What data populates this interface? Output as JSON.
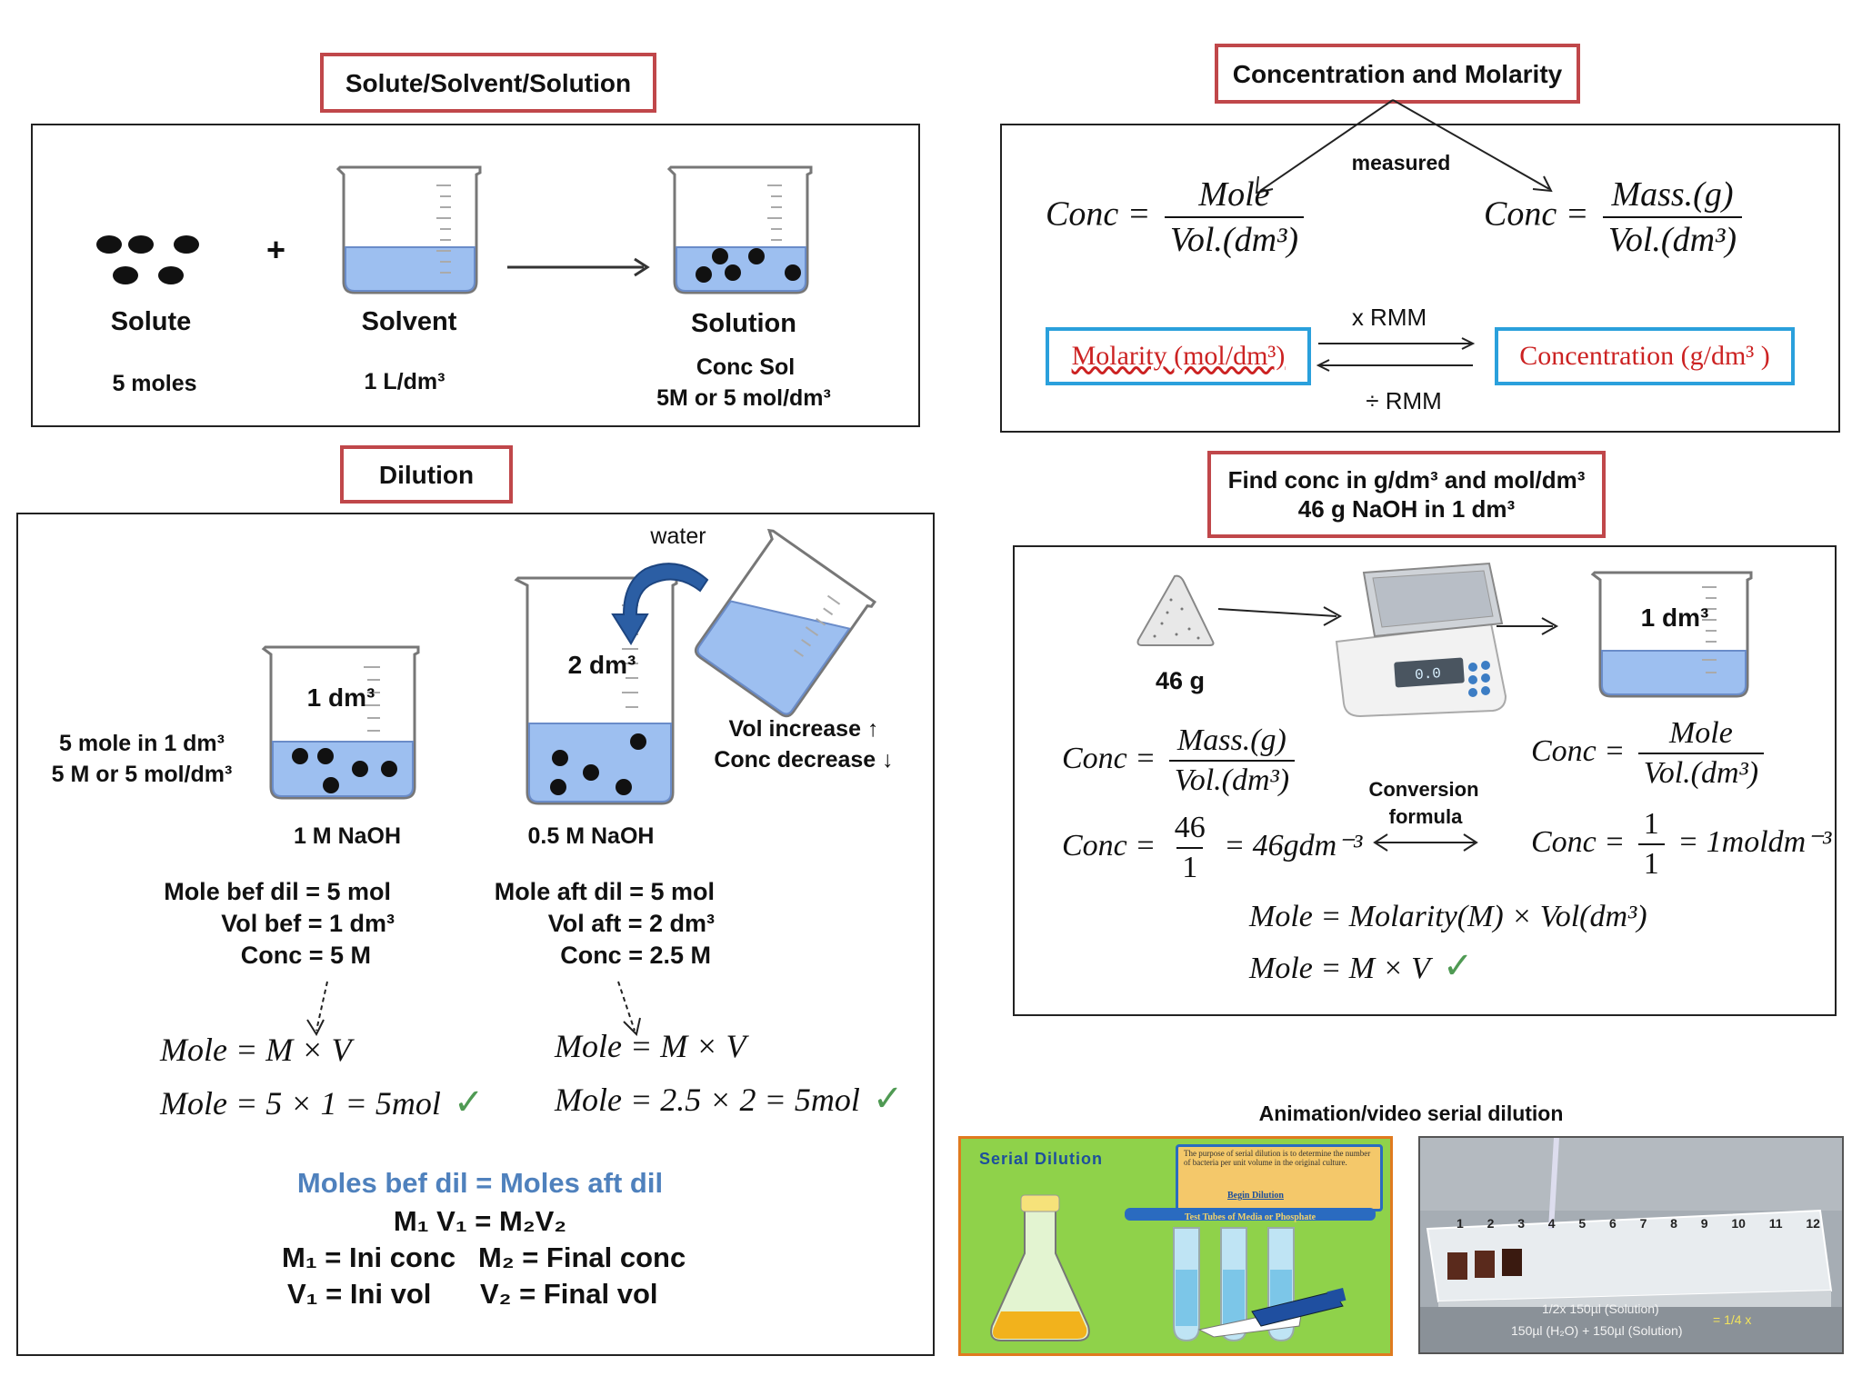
{
  "solute_section": {
    "title": "Solute/Solvent/Solution",
    "solute_label": "Solute",
    "solute_amount": "5 moles",
    "plus": "+",
    "solvent_label": "Solvent",
    "solvent_amount": "1 L/dm³",
    "solution_label": "Solution",
    "solution_conc_line1": "Conc Sol",
    "solution_conc_line2": "5M or 5 mol/dm³"
  },
  "concentration_section": {
    "title": "Concentration and Molarity",
    "measured": "measured",
    "left_formula": {
      "lhs": "Conc =",
      "num": "Mole",
      "den": "Vol.(dm³)"
    },
    "right_formula": {
      "lhs": "Conc =",
      "num": "Mass.(g)",
      "den": "Vol.(dm³)"
    },
    "molarity_box": "Molarity (mol/dm³)",
    "concentration_box": "Concentration (g/dm³ )",
    "times_rmm": "x  RMM",
    "divide_rmm": "÷ RMM"
  },
  "dilution_section": {
    "title": "Dilution",
    "water": "water",
    "beaker1_vol": "1 dm³",
    "beaker2_vol": "2 dm³",
    "left_note_line1": "5 mole in 1 dm³",
    "left_note_line2": "5 M or 5 mol/dm³",
    "right_note_line1": "Vol increase ↑",
    "right_note_line2": "Conc decrease ↓",
    "beaker1_name": "1 M NaOH",
    "beaker2_name": "0.5 M NaOH",
    "before": [
      "Mole bef dil = 5  mol",
      "Vol bef = 1 dm³",
      "Conc = 5 M"
    ],
    "after": [
      "Mole aft dil = 5  mol",
      "Vol aft = 2 dm³",
      "Conc  = 2.5 M"
    ],
    "calc_left": [
      "Mole = M × V",
      "Mole = 5 × 1 = 5mol"
    ],
    "calc_right": [
      "Mole = M × V",
      "Mole = 2.5 × 2 = 5mol"
    ],
    "summary_title": "Moles bef dil = Moles aft dil",
    "formula": "M₁ V₁ = M₂V₂",
    "def_m1": "M₁ = Ini conc",
    "def_m2": "M₂ = Final conc",
    "def_v1": "V₁ = Ini vol",
    "def_v2": "V₂ = Final vol"
  },
  "find_conc_section": {
    "title_line1": "Find conc in g/dm³ and mol/dm³",
    "title_line2": "46 g NaOH in 1 dm³",
    "mass_label": "46 g",
    "beaker_vol": "1 dm³",
    "scale_display": "0.0",
    "left_formula": {
      "lhs": "Conc =",
      "num": "Mass.(g)",
      "den": "Vol.(dm³)"
    },
    "right_formula": {
      "lhs": "Conc =",
      "num": "Mole",
      "den": "Vol.(dm³)"
    },
    "left_calc": {
      "lhs": "Conc =",
      "num": "46",
      "den": "1",
      "rhs": "= 46gdm⁻³"
    },
    "right_calc": {
      "lhs": "Conc =",
      "num": "1",
      "den": "1",
      "rhs": "= 1moldm⁻³"
    },
    "conversion_line1": "Conversion",
    "conversion_line2": "formula",
    "mole_formula1": "Mole = Molarity(M) × Vol(dm³)",
    "mole_formula2": "Mole = M × V"
  },
  "animation_section": {
    "title": "Animation/video  serial dilution",
    "video1": {
      "title": "Serial Dilution",
      "info_text": "The purpose of serial dilution is to determine the number of bacteria per unit volume in the original culture.",
      "begin_button": "Begin Dilution",
      "subtitle": "Test Tubes of Media or Phosphate"
    },
    "video2": {
      "well_numbers": [
        "1",
        "2",
        "3",
        "4",
        "5",
        "6",
        "7",
        "8",
        "9",
        "10",
        "11",
        "12"
      ],
      "caption_line1": "1/2x 150µl (Solution)",
      "caption_line2": "150µl (H₂O) + 150µl (Solution)",
      "caption_ratio": "= 1/4 x"
    }
  }
}
